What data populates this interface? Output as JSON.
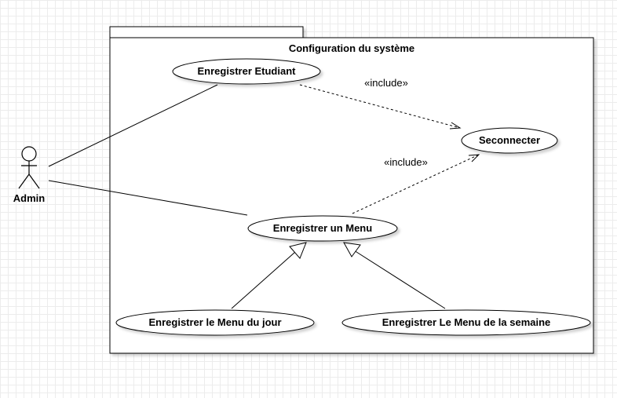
{
  "system": {
    "title": "Configuration du système"
  },
  "actor": {
    "name": "Admin"
  },
  "use_cases": {
    "enregistrer_etudiant": "Enregistrer Etudiant",
    "seconnecter": "Seconnecter",
    "enregistrer_menu": "Enregistrer un Menu",
    "menu_du_jour": "Enregistrer le Menu du jour",
    "menu_semaine": "Enregistrer Le Menu de la semaine"
  },
  "relations": {
    "include_1": "«include»",
    "include_2": "«include»"
  }
}
